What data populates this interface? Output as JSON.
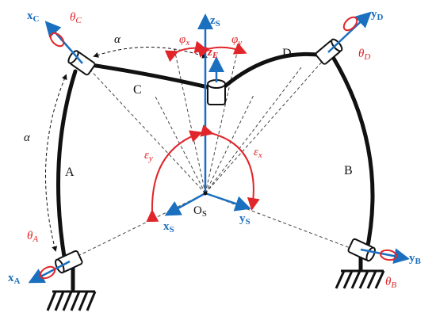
{
  "figure": {
    "labels": {
      "z_s": "z",
      "z_s_sub": "S",
      "z_e": "z",
      "z_e_sub": "E",
      "x_c": "x",
      "x_c_sub": "C",
      "y_d": "y",
      "y_d_sub": "D",
      "x_a": "x",
      "x_a_sub": "A",
      "y_b": "y",
      "y_b_sub": "B",
      "x_s": "x",
      "x_s_sub": "S",
      "y_s": "y",
      "y_s_sub": "S",
      "o_s": "O",
      "o_s_sub": "S",
      "theta_c": "θ",
      "theta_c_sub": "C",
      "theta_d": "θ",
      "theta_d_sub": "D",
      "theta_a": "θ",
      "theta_a_sub": "A",
      "theta_b": "θ",
      "theta_b_sub": "B",
      "phi_x": "φ",
      "phi_x_sub": "x",
      "phi_y": "φ",
      "phi_y_sub": "y",
      "eps_y": "ε",
      "eps_y_sub": "y",
      "eps_x": "ε",
      "eps_x_sub": "x",
      "alpha_top": "α",
      "alpha_left": "α",
      "link_a": "A",
      "link_b": "B",
      "link_c": "C",
      "link_d": "D"
    },
    "colors": {
      "axis_blue": "#1a6fbf",
      "angle_red": "#e0262a",
      "link_black": "#111111"
    }
  }
}
